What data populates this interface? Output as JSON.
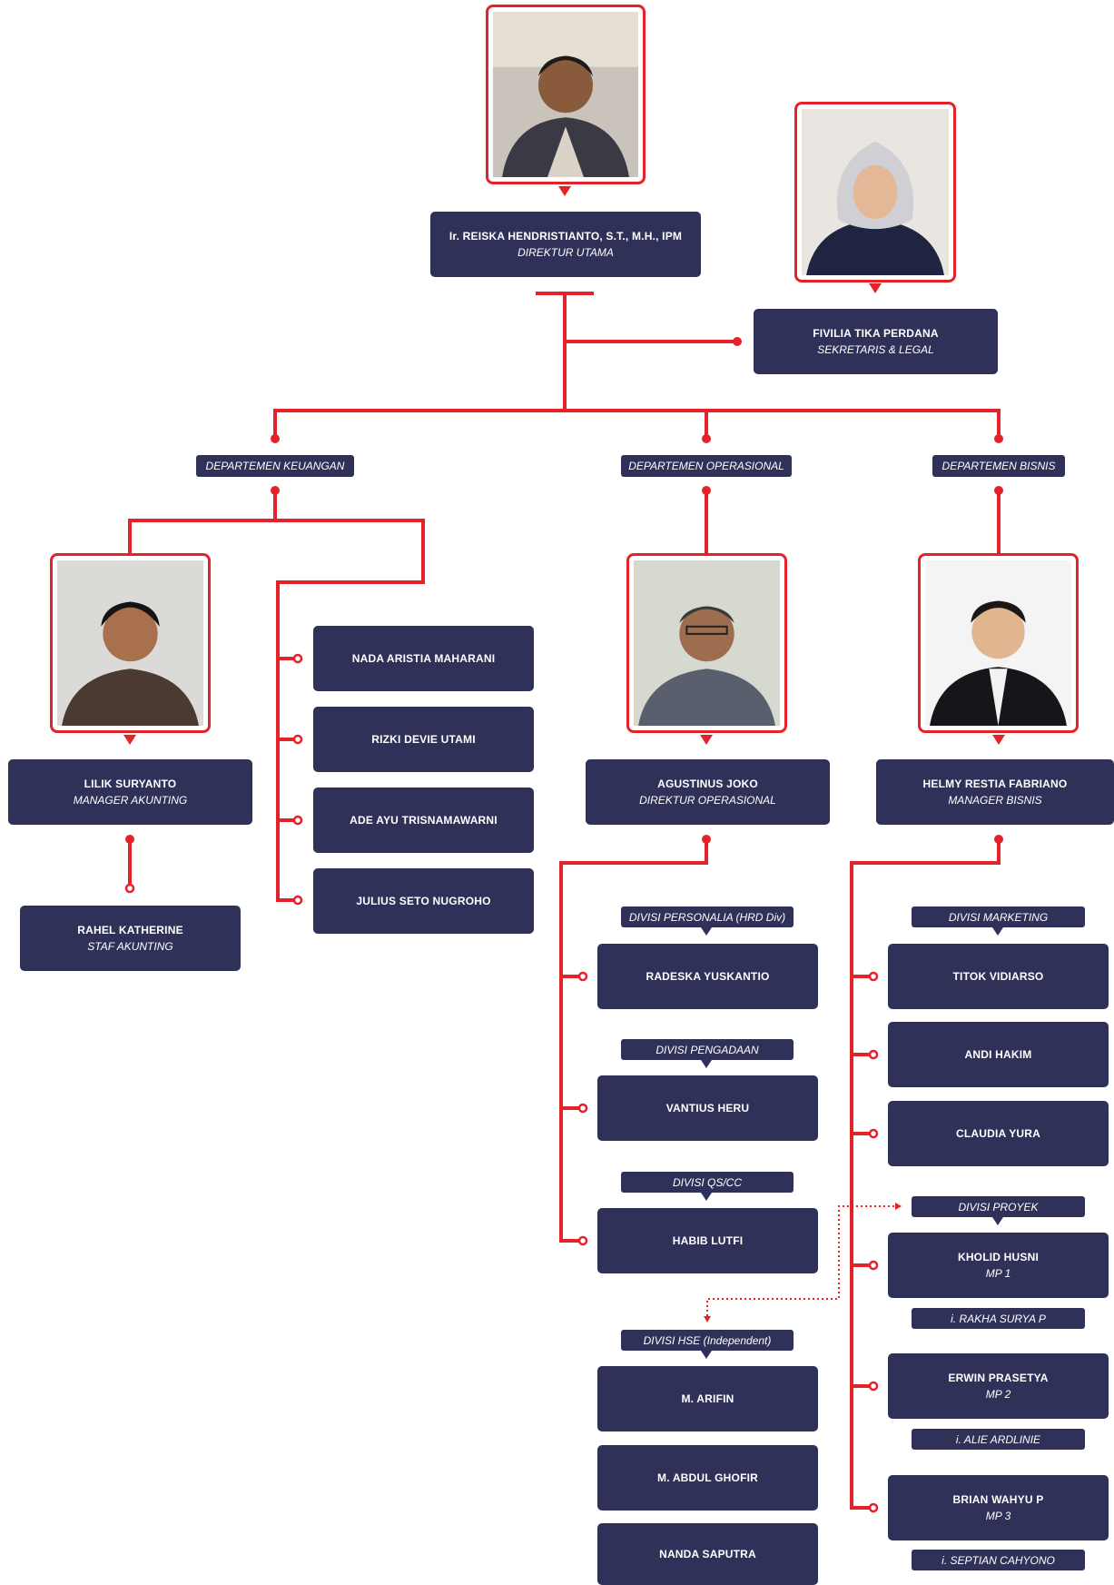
{
  "director": {
    "name": "Ir. REISKA HENDRISTIANTO, S.T., M.H., IPM",
    "role": "DIREKTUR UTAMA",
    "photo_icon": "person-photo-icon"
  },
  "secretary": {
    "name": "FIVILIA TIKA PERDANA",
    "role": "SEKRETARIS & LEGAL",
    "photo_icon": "person-photo-icon"
  },
  "departments": {
    "keuangan": "DEPARTEMEN KEUANGAN",
    "operasional": "DEPARTEMEN OPERASIONAL",
    "bisnis": "DEPARTEMEN BISNIS"
  },
  "keuangan": {
    "manager": {
      "name": "LILIK SURYANTO",
      "role": "MANAGER AKUNTING"
    },
    "staff": {
      "name": "RAHEL KATHERINE",
      "role": "STAF AKUNTING"
    },
    "members": [
      "NADA ARISTIA MAHARANI",
      "RIZKI DEVIE UTAMI",
      "ADE AYU TRISNAMAWARNI",
      "JULIUS SETO NUGROHO"
    ]
  },
  "operasional": {
    "head": {
      "name": "AGUSTINUS JOKO",
      "role": "DIREKTUR OPERASIONAL"
    },
    "divisions": [
      {
        "label": "DIVISI PERSONALIA (HRD Div)",
        "member": "RADESKA YUSKANTIO"
      },
      {
        "label": "DIVISI PENGADAAN",
        "member": "VANTIUS HERU"
      },
      {
        "label": "DIVISI QS/CC",
        "member": "HABIB LUTFI"
      }
    ],
    "hse": {
      "label": "DIVISI HSE (Independent)",
      "members": [
        "M. ARIFIN",
        "M. ABDUL GHOFIR",
        "NANDA SAPUTRA"
      ]
    }
  },
  "bisnis": {
    "head": {
      "name": "HELMY RESTIA FABRIANO",
      "role": "MANAGER BISNIS"
    },
    "marketing": {
      "label": "DIVISI MARKETING",
      "members": [
        "TITOK VIDIARSO",
        "ANDI HAKIM",
        "CLAUDIA YURA"
      ]
    },
    "proyek": {
      "label": "DIVISI PROYEK",
      "projects": [
        {
          "name": "KHOLID HUSNI",
          "role": "MP 1",
          "assistant": "i. RAKHA SURYA P"
        },
        {
          "name": "ERWIN PRASETYA",
          "role": "MP 2",
          "assistant": "i. ALIE ARDLINIE"
        },
        {
          "name": "BRIAN WAHYU P",
          "role": "MP 3",
          "assistant": "i. SEPTIAN CAHYONO"
        }
      ]
    }
  },
  "colors": {
    "line": "#e32329",
    "box": "#2f3158",
    "text": "#ffffff"
  }
}
